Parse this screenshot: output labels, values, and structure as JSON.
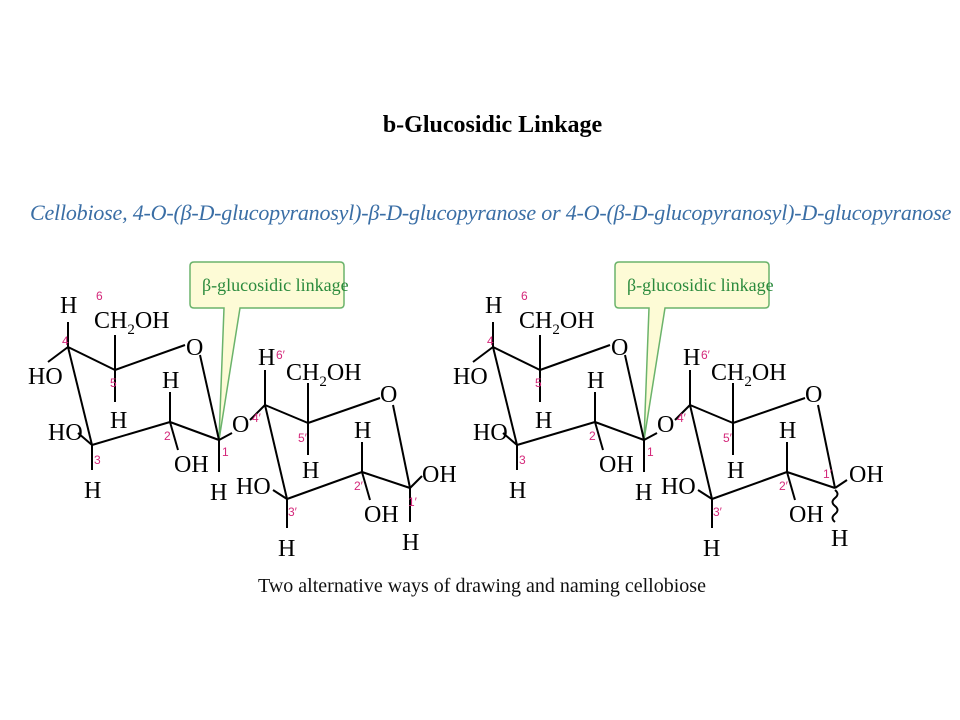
{
  "title": "b-Glucosidic Linkage",
  "subtitle": "Cellobiose, 4-O-(β-D-glucopyranosyl)-β-D-glucopyranose or 4-O-(β-D-glucopyranosyl)-D-glucopyranose",
  "caption": "Two alternative ways of drawing and naming cellobiose",
  "callout_label": "β-glucosidic linkage",
  "colors": {
    "subtitle": "#3a6ea5",
    "position_numbers": "#d4287a",
    "callout_fill": "#fdfbd6",
    "callout_border": "#6bb36b",
    "callout_text": "#2a8a3c"
  },
  "labels": {
    "H": "H",
    "HO": "HO",
    "OH": "OH",
    "O": "O",
    "CH": "CH",
    "two": "2",
    "n1": "1",
    "n2": "2",
    "n3": "3",
    "n4": "4",
    "n5": "5",
    "n6": "6",
    "p1": "1′",
    "p2": "2′",
    "p3": "3′",
    "p4": "4′",
    "p5": "5′",
    "p6": "6′"
  }
}
